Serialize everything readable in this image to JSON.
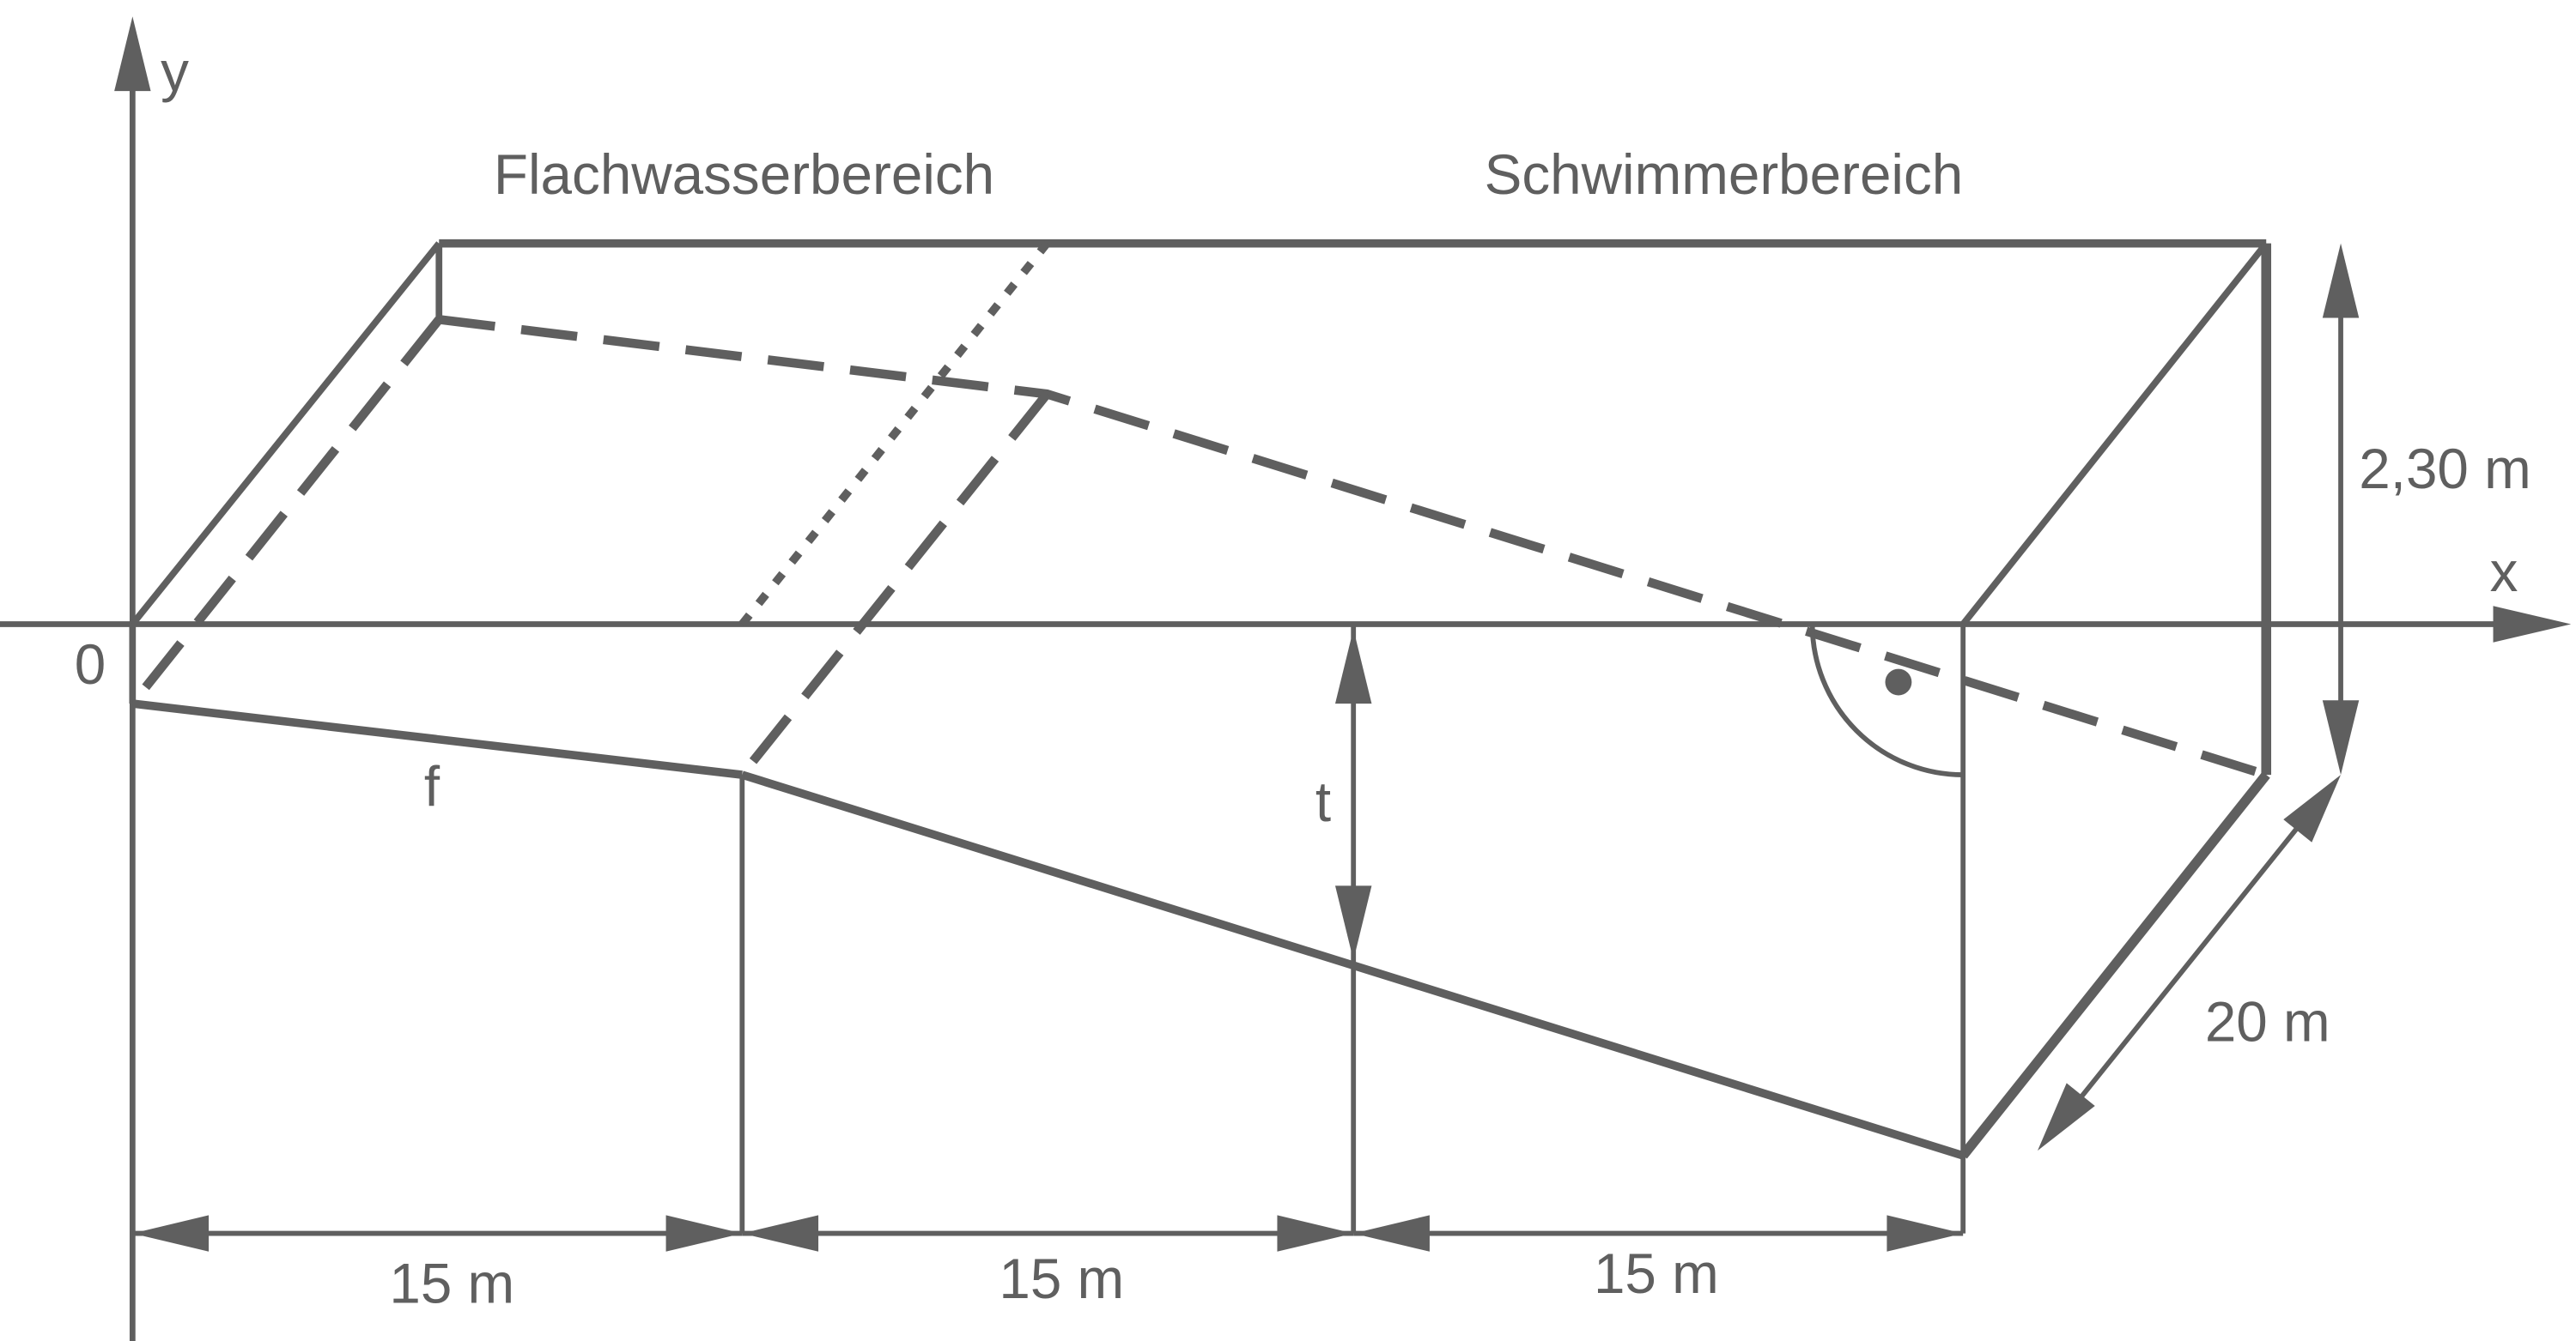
{
  "labels": {
    "y_axis": "y",
    "x_axis": "x",
    "origin": "0",
    "region_left": "Flachwasserbereich",
    "region_right": "Schwimmerbereich",
    "height": "2,30 m",
    "width": "20 m",
    "function": "f",
    "depth": "t",
    "segment_1": "15 m",
    "segment_2": "15 m",
    "segment_3": "15 m"
  },
  "colors": {
    "stroke": "#5f5f5f",
    "background": "#ffffff"
  }
}
